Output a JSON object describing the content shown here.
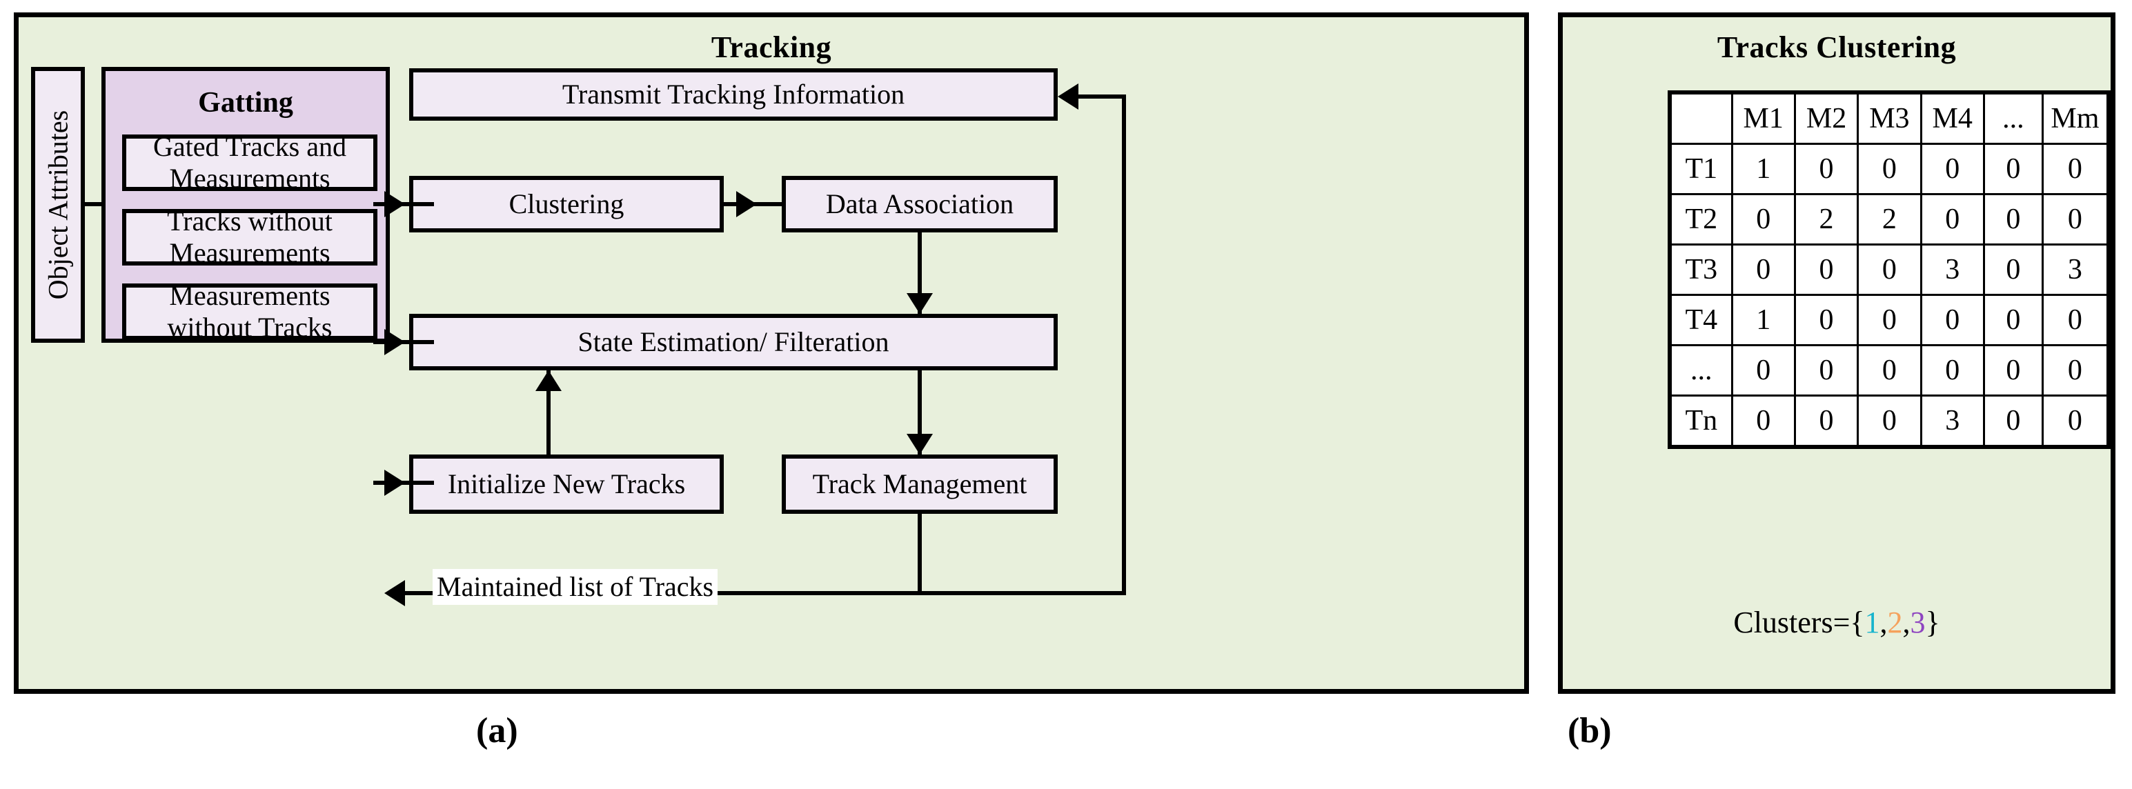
{
  "figure": {
    "caption_a": "(a)",
    "caption_b": "(b)"
  },
  "panel_a": {
    "title": "Tracking",
    "input_block": {
      "label": "Object Attributes"
    },
    "gatting": {
      "title": "Gatting",
      "boxes": [
        {
          "label": "Gated Tracks and Measurements"
        },
        {
          "label": "Tracks without Measurements"
        },
        {
          "label": "Measurements without Tracks"
        }
      ]
    },
    "process_boxes": [
      {
        "id": "transmit",
        "label": "Transmit Tracking Information"
      },
      {
        "id": "clustering",
        "label": "Clustering"
      },
      {
        "id": "data_association",
        "label": "Data Association"
      },
      {
        "id": "state_estimation",
        "label": "State Estimation/ Filteration"
      },
      {
        "id": "initialize",
        "label": "Initialize New Tracks"
      },
      {
        "id": "track_management",
        "label": "Track Management"
      }
    ],
    "edge_labels": [
      {
        "id": "feedback",
        "label": "Maintained list of Tracks"
      }
    ]
  },
  "panel_b": {
    "title": "Tracks Clustering",
    "clusters_prefix": "Clusters={",
    "clusters_suffix": "}",
    "clusters": [
      "1",
      "2",
      "3"
    ],
    "cluster_colors": {
      "1": "#18b4cd",
      "2": "#f5a15c",
      "3": "#8e44c0"
    },
    "highlight_colors": {
      "c1": "#6ecad9",
      "c2": "#fbc195",
      "c3": "#cdbfdf"
    },
    "table": {
      "columns": [
        "",
        "M1",
        "M2",
        "M3",
        "M4",
        "...",
        "Mm"
      ],
      "column_styles": [
        "corner",
        "",
        "",
        "",
        "",
        "hatch",
        ""
      ],
      "rows": [
        {
          "header": "T1",
          "header_style": "",
          "cells": [
            {
              "v": "1",
              "s": "c1"
            },
            {
              "v": "0",
              "s": ""
            },
            {
              "v": "0",
              "s": ""
            },
            {
              "v": "0",
              "s": ""
            },
            {
              "v": "0",
              "s": "hatch"
            },
            {
              "v": "0",
              "s": ""
            }
          ]
        },
        {
          "header": "T2",
          "header_style": "",
          "cells": [
            {
              "v": "0",
              "s": ""
            },
            {
              "v": "2",
              "s": "c2"
            },
            {
              "v": "2",
              "s": "c2"
            },
            {
              "v": "0",
              "s": ""
            },
            {
              "v": "0",
              "s": "hatch"
            },
            {
              "v": "0",
              "s": ""
            }
          ]
        },
        {
          "header": "T3",
          "header_style": "",
          "cells": [
            {
              "v": "0",
              "s": ""
            },
            {
              "v": "0",
              "s": ""
            },
            {
              "v": "0",
              "s": ""
            },
            {
              "v": "3",
              "s": "c3"
            },
            {
              "v": "0",
              "s": "hatch"
            },
            {
              "v": "3",
              "s": "c3"
            }
          ]
        },
        {
          "header": "T4",
          "header_style": "",
          "cells": [
            {
              "v": "1",
              "s": "c1"
            },
            {
              "v": "0",
              "s": ""
            },
            {
              "v": "0",
              "s": ""
            },
            {
              "v": "0",
              "s": ""
            },
            {
              "v": "0",
              "s": "hatch"
            },
            {
              "v": "0",
              "s": ""
            }
          ]
        },
        {
          "header": "...",
          "header_style": "hatch",
          "cells": [
            {
              "v": "0",
              "s": "hatch"
            },
            {
              "v": "0",
              "s": "hatch"
            },
            {
              "v": "0",
              "s": "hatch"
            },
            {
              "v": "0",
              "s": "hatch"
            },
            {
              "v": "0",
              "s": "hatch"
            },
            {
              "v": "0",
              "s": "hatch"
            }
          ]
        },
        {
          "header": "Tn",
          "header_style": "",
          "cells": [
            {
              "v": "0",
              "s": ""
            },
            {
              "v": "0",
              "s": ""
            },
            {
              "v": "0",
              "s": ""
            },
            {
              "v": "3",
              "s": "c3"
            },
            {
              "v": "0",
              "s": "hatch"
            },
            {
              "v": "0",
              "s": ""
            }
          ]
        }
      ]
    }
  }
}
